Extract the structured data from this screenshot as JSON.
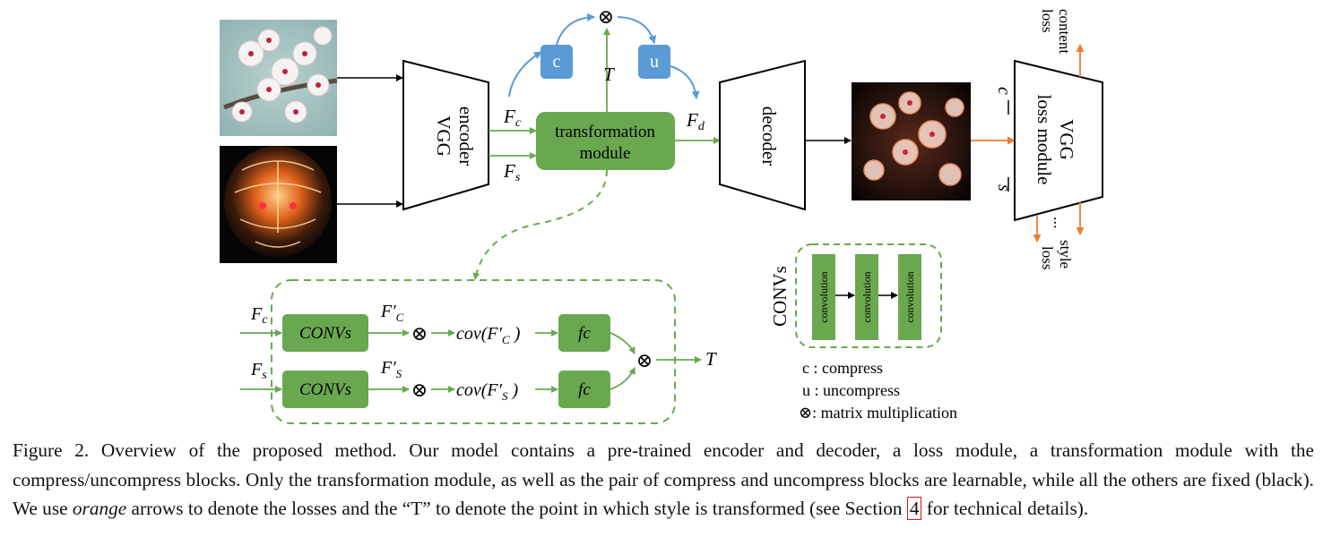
{
  "diagram": {
    "encoder_label": [
      "VGG",
      "encoder"
    ],
    "decoder_label": "decoder",
    "loss_module_label": [
      "VGG",
      "loss module"
    ],
    "transformation_label": [
      "transformation",
      "module"
    ],
    "compress_label": "c",
    "uncompress_label": "u",
    "multiply_symbol": "⊗",
    "T_label": "T",
    "Fc_label": "Fc",
    "Fs_label": "Fs",
    "Fd_label": "Fd",
    "content_loss_label": [
      "content",
      "loss"
    ],
    "style_loss_label": [
      "style",
      "loss"
    ],
    "loss_dots": "...",
    "loss_input_c": "c",
    "loss_input_s": "s",
    "detail": {
      "convs_label": "CONVs",
      "fc_prime_label": "F′C",
      "fs_prime_label": "F′S",
      "cov_c_label": "cov(F′C )",
      "cov_s_label": "cov(F′S )",
      "fc_layer_label": "fc"
    },
    "legend": {
      "convs_title": "CONVs",
      "convolution_label": "convolution",
      "items": [
        "c : compress",
        "u : uncompress",
        "⊗: matrix multiplication"
      ]
    },
    "images": [
      "cherry blossom content image",
      "neon tiger style image",
      "stylized blossom output image"
    ]
  },
  "caption": {
    "part1": "Figure 2. Overview of the proposed method.  Our model contains a pre-trained encoder and decoder, a loss module, a transformation module with the compress/uncompress blocks. Only the transformation module, as well as the pair of compress and uncompress blocks are learnable, while all the others are fixed (black). We use ",
    "orange_word": "orange",
    "part2": " arrows to denote the losses and the “T” to denote the point in which style is transformed (see Section ",
    "section_ref": "4",
    "part3": " for technical details)."
  },
  "colors": {
    "green": "#6aa84f",
    "green_dark": "#5b9a45",
    "blue": "#5b9bd5",
    "orange": "#ed7d31",
    "dashed_green": "#6aa84f"
  }
}
